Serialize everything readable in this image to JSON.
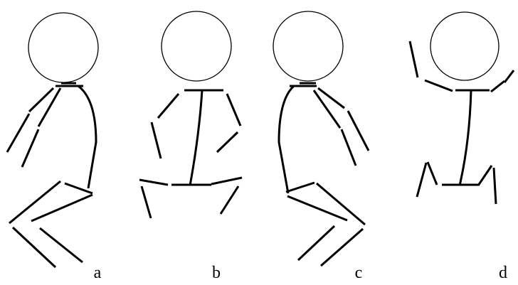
{
  "figures": [
    {
      "id": "a",
      "label": "a"
    },
    {
      "id": "b",
      "label": "b"
    },
    {
      "id": "c",
      "label": "c"
    },
    {
      "id": "d",
      "label": "d"
    }
  ]
}
